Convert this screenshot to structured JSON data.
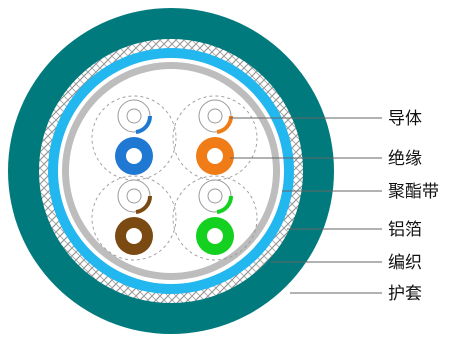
{
  "diagram": {
    "description_labels": [
      {
        "key": "conductor",
        "text": "导体"
      },
      {
        "key": "insulation",
        "text": "绝缘"
      },
      {
        "key": "polyester_tape",
        "text": "聚酯带"
      },
      {
        "key": "aluminum_foil",
        "text": "铝箔"
      },
      {
        "key": "braid",
        "text": "编织"
      },
      {
        "key": "jacket",
        "text": "护套"
      }
    ],
    "colors": {
      "jacket": "#007a7d",
      "braid_bg": "#ffffff",
      "braid_line": "#8a8a8a",
      "foil": "#23b7f0",
      "polyester_tape": "#bdbdbd",
      "core_bg": "#ffffff",
      "leader": "#666666",
      "pair_blue": "#1f78d1",
      "pair_orange": "#f07c17",
      "pair_brown": "#7a4a12",
      "pair_green": "#14d11f"
    },
    "pairs": [
      {
        "name": "blue",
        "color_key": "pair_blue"
      },
      {
        "name": "orange",
        "color_key": "pair_orange"
      },
      {
        "name": "brown",
        "color_key": "pair_brown"
      },
      {
        "name": "green",
        "color_key": "pair_green"
      }
    ]
  }
}
